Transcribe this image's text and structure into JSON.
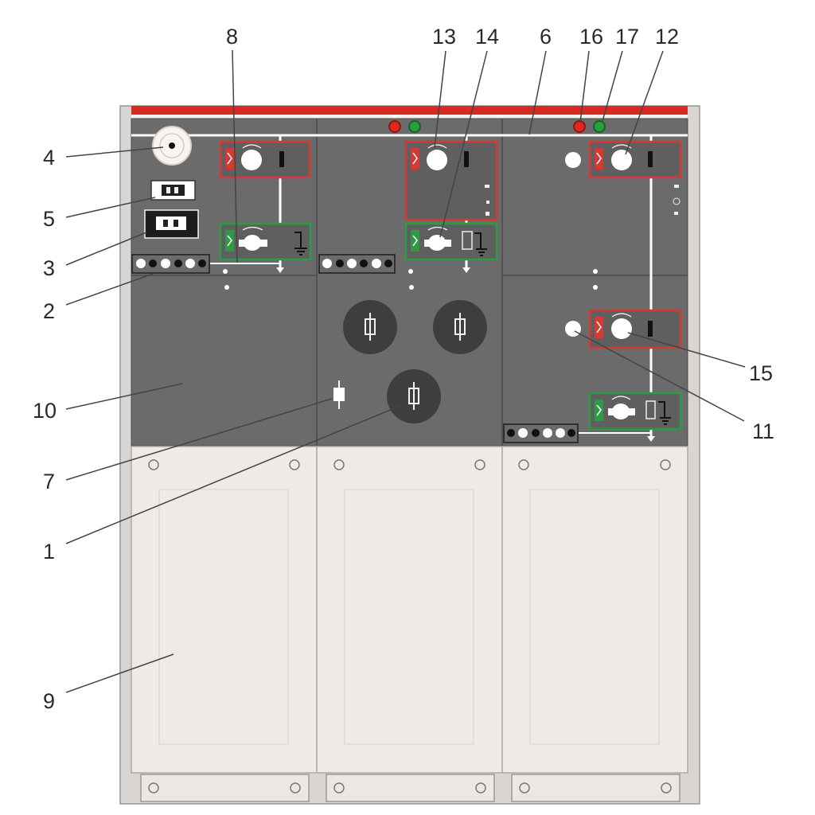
{
  "colors": {
    "cabinet_dark": "#6b6b6b",
    "cabinet_light": "#efeae7",
    "frame": "#d6d2cf",
    "top_strip": "#d72a22",
    "unit_red": "#d33a33",
    "unit_green": "#2d9a45",
    "indicator_red": "#e0251e",
    "indicator_green": "#27a03e",
    "busbar": "#ffffff",
    "leader": "#444444",
    "fuse_cap": "#3e3e3e"
  },
  "callouts": [
    {
      "id": "callout-1",
      "label": "1"
    },
    {
      "id": "callout-2",
      "label": "2"
    },
    {
      "id": "callout-3",
      "label": "3"
    },
    {
      "id": "callout-4",
      "label": "4"
    },
    {
      "id": "callout-5",
      "label": "5"
    },
    {
      "id": "callout-6",
      "label": "6"
    },
    {
      "id": "callout-7",
      "label": "7"
    },
    {
      "id": "callout-8",
      "label": "8"
    },
    {
      "id": "callout-9",
      "label": "9"
    },
    {
      "id": "callout-10",
      "label": "10"
    },
    {
      "id": "callout-11",
      "label": "11"
    },
    {
      "id": "callout-12",
      "label": "12"
    },
    {
      "id": "callout-13",
      "label": "13"
    },
    {
      "id": "callout-14",
      "label": "14"
    },
    {
      "id": "callout-15",
      "label": "15"
    },
    {
      "id": "callout-16",
      "label": "16"
    },
    {
      "id": "callout-17",
      "label": "17"
    }
  ]
}
